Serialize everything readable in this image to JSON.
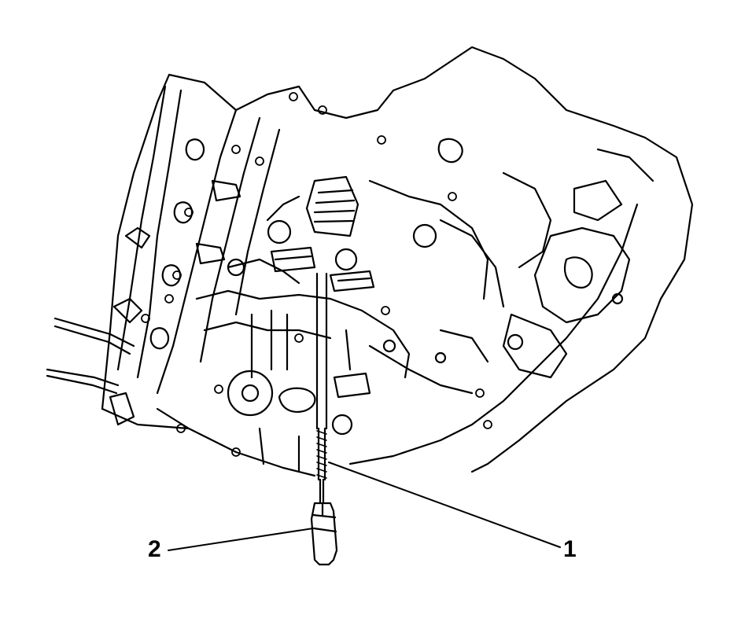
{
  "diagram": {
    "stroke_color": "#000000",
    "background_color": "#ffffff",
    "callouts": [
      {
        "id": "1",
        "label": "1"
      },
      {
        "id": "2",
        "label": "2"
      }
    ]
  }
}
